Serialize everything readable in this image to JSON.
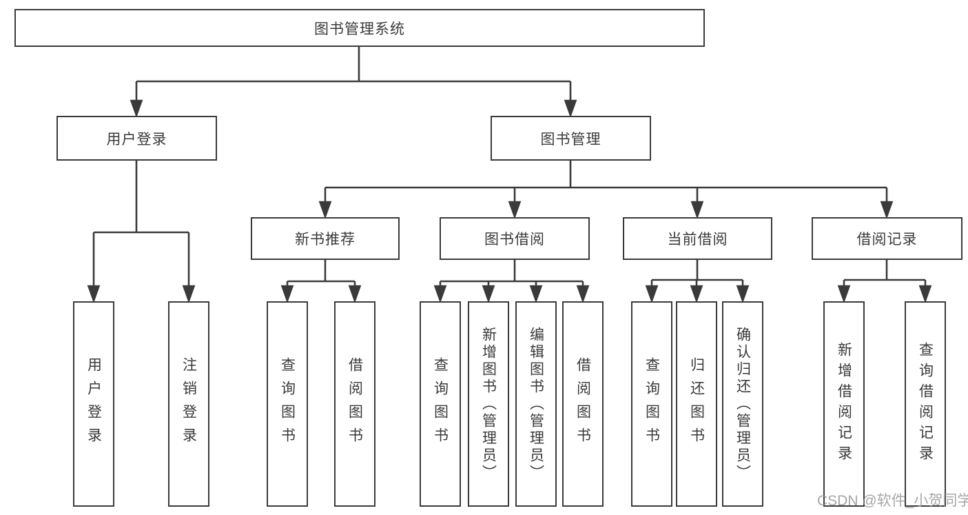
{
  "watermark": "CSDN @软件_小贺同学",
  "colors": {
    "line": "#3a3a3c",
    "text": "#3a3a3c",
    "background": "#ffffff",
    "watermark_gray": "#969696"
  },
  "tree": {
    "root": {
      "label": "图书管理系统"
    },
    "children": [
      {
        "label": "用户登录",
        "children": [
          {
            "label": "用户登录"
          },
          {
            "label": "注销登录"
          }
        ]
      },
      {
        "label": "图书管理",
        "children": [
          {
            "label": "新书推荐",
            "children": [
              {
                "label": "查询图书"
              },
              {
                "label": "借阅图书"
              }
            ]
          },
          {
            "label": "图书借阅",
            "children": [
              {
                "label": "查询图书"
              },
              {
                "label": "新增图书（管理员）"
              },
              {
                "label": "编辑图书（管理员）"
              },
              {
                "label": "借阅图书"
              }
            ]
          },
          {
            "label": "当前借阅",
            "children": [
              {
                "label": "查询图书"
              },
              {
                "label": "归还图书"
              },
              {
                "label": "确认归还（管理员）"
              }
            ]
          },
          {
            "label": "借阅记录",
            "children": [
              {
                "label": "新增借阅记录"
              },
              {
                "label": "查询借阅记录"
              }
            ]
          }
        ]
      }
    ]
  }
}
